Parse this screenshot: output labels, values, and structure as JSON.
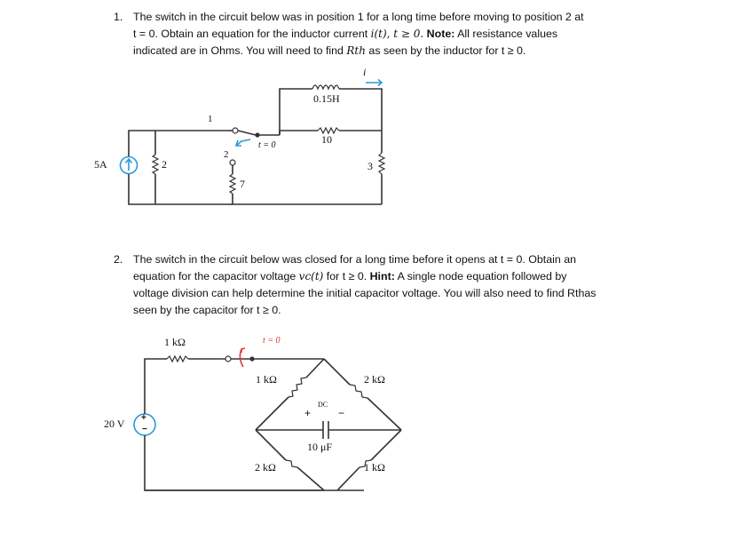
{
  "problem1": {
    "number": "1.",
    "line1": "The switch in the circuit below was in position 1 for a long time before moving to position 2 at",
    "line2_a": "t = 0. Obtain an equation for the inductor current ",
    "line2_math": "i(t), t ≥ 0.",
    "line2_note": "Note:",
    "line2_b": " All resistance values",
    "line3_a": "indicated are in Ohms.  You will need to find ",
    "line3_math": "Rth",
    "line3_b": " as seen by the inductor for t ≥ 0."
  },
  "circuit1": {
    "source_label": "5A",
    "r_left": "2",
    "r_bottom": "7",
    "pos1": "1",
    "pos2": "2",
    "switch_time": "t = 0",
    "inductor": "0.15H",
    "r_top": "10",
    "r_right": "3",
    "current": "i"
  },
  "problem2": {
    "number": "2.",
    "line1": "The switch in the circuit below was closed for a long time before it opens at t = 0.  Obtain an",
    "line2_a": "equation for the capacitor voltage ",
    "line2_math": "vc(t)",
    "line2_b": " for t ≥ 0.  ",
    "line2_hint": "Hint:",
    "line2_c": " A single node equation followed by",
    "line3": "voltage division can help determine the initial capacitor voltage.  You will also need to find Rthas",
    "line4": "seen by the capacitor for t ≥ 0."
  },
  "circuit2": {
    "source_label": "20 V",
    "r_series": "1 kΩ",
    "switch_time": "t = 0",
    "r_ul": "1 kΩ",
    "r_ur": "2 kΩ",
    "r_ll": "2 kΩ",
    "r_lr": "1 kΩ",
    "cap_label": "10 μF",
    "cap_tag": "DC",
    "cap_plus": "+",
    "cap_minus": "−",
    "src_plus": "+",
    "src_minus": "−"
  }
}
